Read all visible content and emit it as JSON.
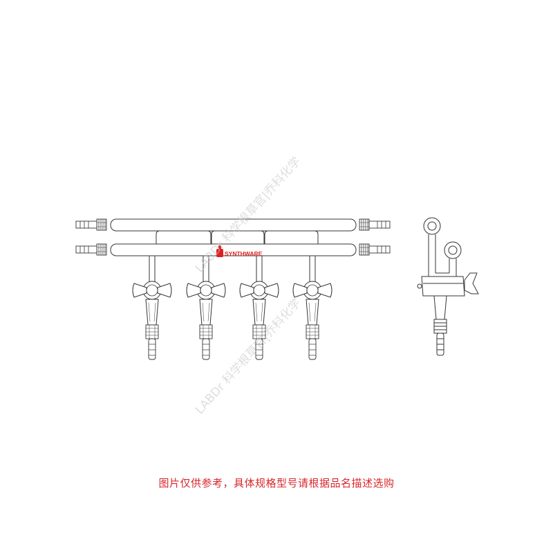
{
  "brand": {
    "logo_text": "SYNTHWARE",
    "logo_color": "#e02020"
  },
  "watermark": {
    "text": "LABDr 科学根草官|乔科化学",
    "color": "#c8c8c8"
  },
  "caption": {
    "text": "图片仅供参考，具体规格型号请根据品名描述选购",
    "color": "#d8262b"
  },
  "diagram": {
    "front_view_outlets": 4,
    "line_color": "#333333"
  }
}
